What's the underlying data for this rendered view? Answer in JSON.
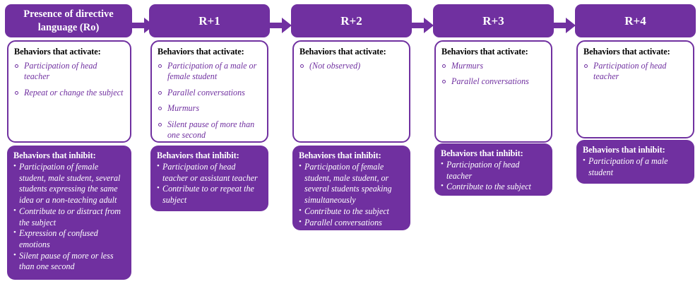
{
  "diagram": {
    "accent_color": "#7030A0",
    "activate_heading": "Behaviors that activate:",
    "inhibit_heading": "Behaviors that inhibit:",
    "columns": [
      {
        "id": "r0",
        "title": "Presence of directive language (Ro)",
        "activate": [
          "Participation of head teacher",
          "Repeat or change the subject"
        ],
        "inhibit": [
          "Participation of female student, male student, several students expressing the same idea or a non-teaching adult",
          "Contribute to or distract from the subject",
          "Expression of confused emotions",
          "Silent pause of more or less than one second"
        ]
      },
      {
        "id": "r1",
        "title": "R+1",
        "activate": [
          "Participation of a male or female student",
          "Parallel conversations",
          "Murmurs",
          "Silent pause of more than one second"
        ],
        "inhibit": [
          "Participation of head teacher or assistant teacher",
          "Contribute to or repeat the subject"
        ]
      },
      {
        "id": "r2",
        "title": "R+2",
        "activate": [
          "(Not observed)"
        ],
        "inhibit": [
          "Participation of female student, male student, or several students speaking simultaneously",
          "Contribute to the subject",
          "Parallel conversations"
        ]
      },
      {
        "id": "r3",
        "title": "R+3",
        "activate": [
          "Murmurs",
          "Parallel conversations"
        ],
        "inhibit": [
          "Participation of head teacher",
          "Contribute to the subject"
        ]
      },
      {
        "id": "r4",
        "title": "R+4",
        "activate": [
          "Participation of head teacher"
        ],
        "inhibit": [
          "Participation of a male student"
        ]
      }
    ],
    "arrows": [
      {
        "from": "r0",
        "to": "r1"
      },
      {
        "from": "r1",
        "to": "r2"
      },
      {
        "from": "r2",
        "to": "r3"
      },
      {
        "from": "r3",
        "to": "r4"
      }
    ]
  }
}
